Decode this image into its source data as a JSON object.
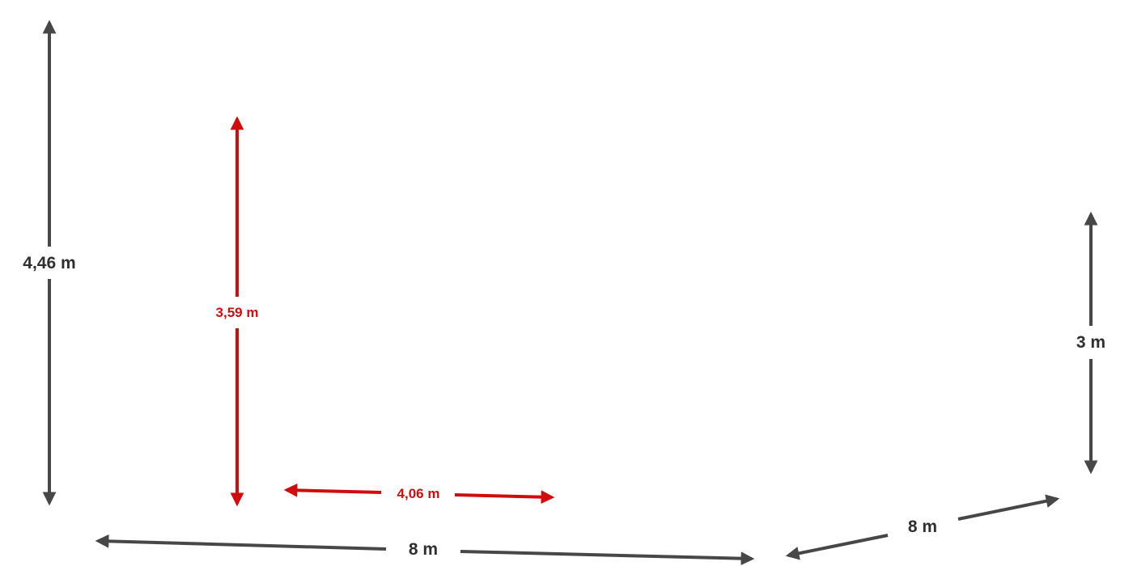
{
  "colors": {
    "dimension": "#474747",
    "highlight": "#d00d0d",
    "background": "#ffffff"
  },
  "dimensions": {
    "left_height": "4,46 m",
    "inner_height": "3,59 m",
    "inner_width": "4,06 m",
    "right_height": "3 m",
    "front_length": "8 m",
    "side_length": "8 m"
  }
}
